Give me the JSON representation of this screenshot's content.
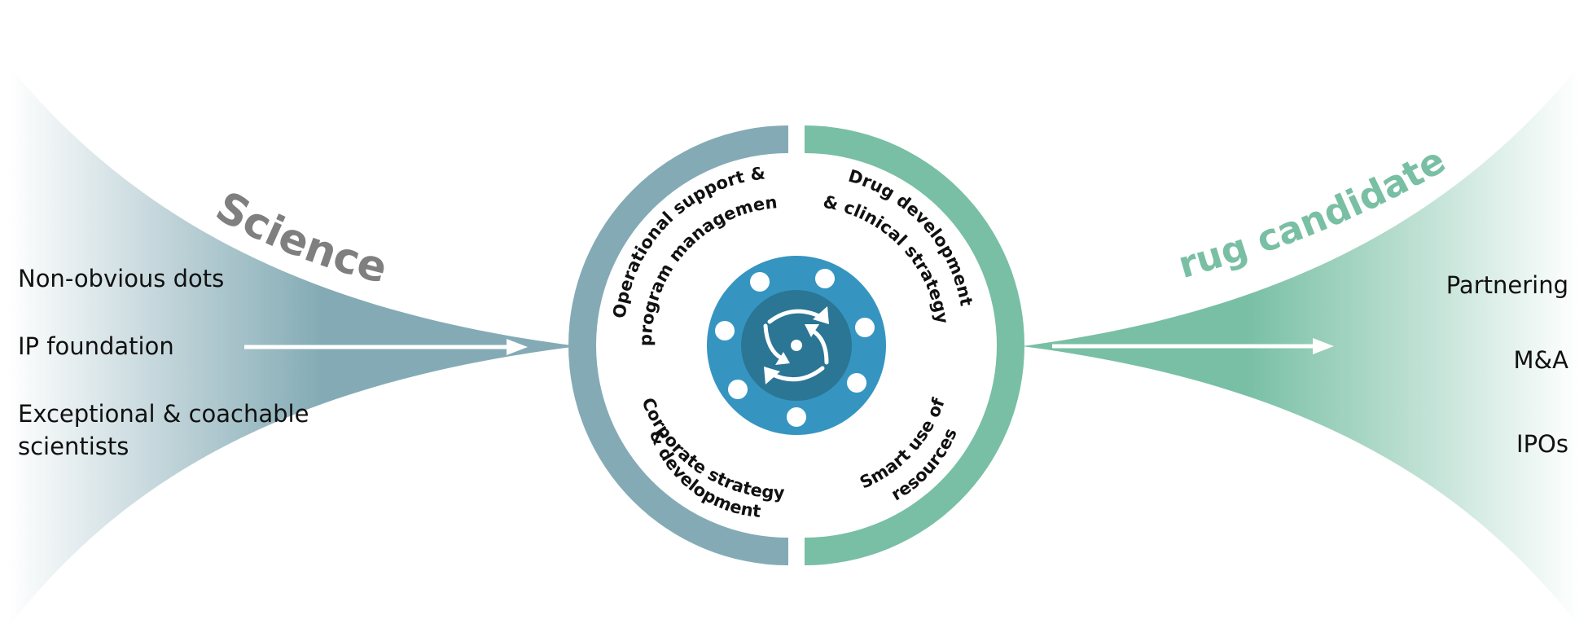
{
  "diagram": {
    "left_title": "Science",
    "right_title": "Drug candidates",
    "left_items": [
      "Non-obvious dots",
      "IP foundation",
      "Exceptional & coachable scientists"
    ],
    "right_items": [
      "Partnering",
      "M&A",
      "IPOs"
    ],
    "segments": {
      "top_left": [
        "Operational support &",
        "program management"
      ],
      "top_right": [
        "Drug development",
        "& clinical strategy"
      ],
      "bottom_left": [
        "Corporate strategy",
        "& development"
      ],
      "bottom_right": [
        "Smart use of",
        "resources"
      ]
    },
    "center_icon": "cycle-arrows-icon",
    "colors": {
      "left": "#84abb5",
      "right": "#78bfa5",
      "hub_outer": "#3595c0",
      "hub_inner": "#2b7595",
      "left_title": "#7f7f7f",
      "right_title": "#79bfa4"
    }
  }
}
